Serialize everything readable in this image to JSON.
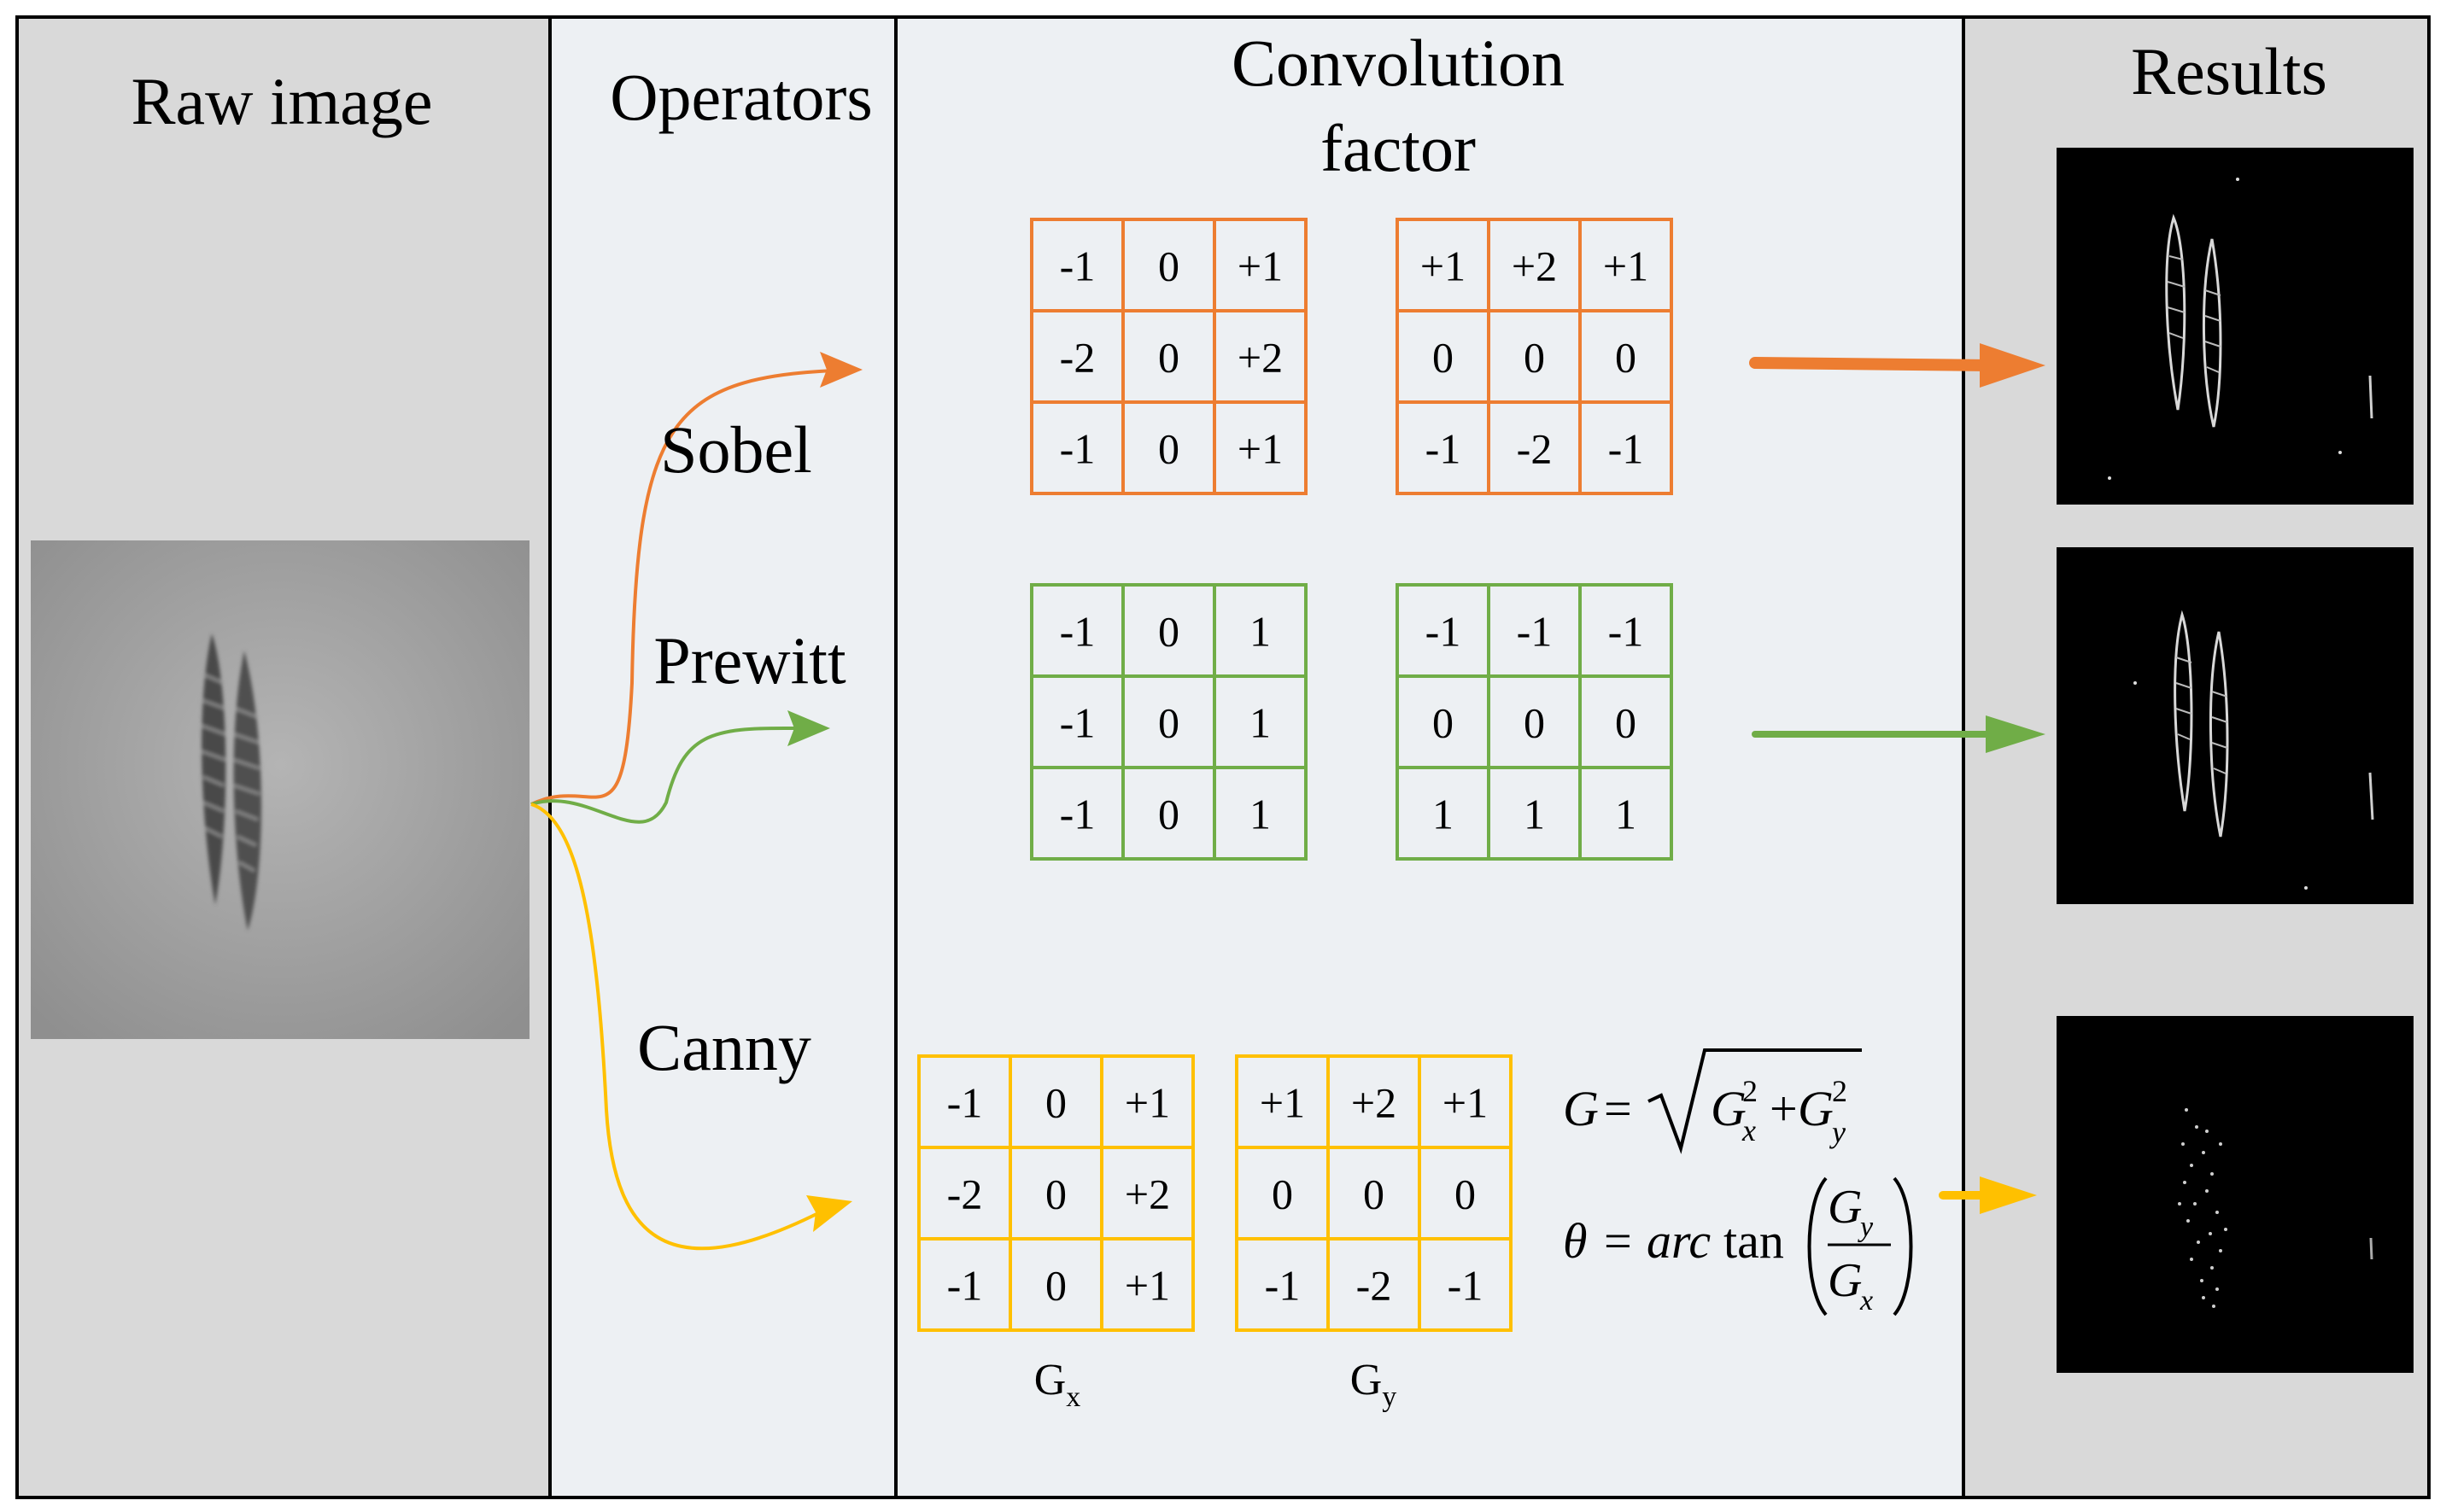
{
  "panels": {
    "raw_title": "Raw image",
    "operators_title": "Operators",
    "convolution_title_line1": "Convolution",
    "convolution_title_line2": "factor",
    "results_title": "Results"
  },
  "operators": [
    {
      "label": "Sobel",
      "color": "#ED7D31"
    },
    {
      "label": "Prewitt",
      "color": "#70AD47"
    },
    {
      "label": "Canny",
      "color": "#FFC000"
    }
  ],
  "kernels": {
    "sobel_x": [
      [
        "-1",
        "0",
        "+1"
      ],
      [
        "-2",
        "0",
        "+2"
      ],
      [
        "-1",
        "0",
        "+1"
      ]
    ],
    "sobel_y": [
      [
        "+1",
        "+2",
        "+1"
      ],
      [
        "0",
        "0",
        "0"
      ],
      [
        "-1",
        "-2",
        "-1"
      ]
    ],
    "prewitt_x": [
      [
        "-1",
        "0",
        "1"
      ],
      [
        "-1",
        "0",
        "1"
      ],
      [
        "-1",
        "0",
        "1"
      ]
    ],
    "prewitt_y": [
      [
        "-1",
        "-1",
        "-1"
      ],
      [
        "0",
        "0",
        "0"
      ],
      [
        "1",
        "1",
        "1"
      ]
    ],
    "canny_x": [
      [
        "-1",
        "0",
        "+1"
      ],
      [
        "-2",
        "0",
        "+2"
      ],
      [
        "-1",
        "0",
        "+1"
      ]
    ],
    "canny_y": [
      [
        "+1",
        "+2",
        "+1"
      ],
      [
        "0",
        "0",
        "0"
      ],
      [
        "-1",
        "-2",
        "-1"
      ]
    ]
  },
  "canny_labels": {
    "gx_base": "G",
    "gx_sub": "x",
    "gy_base": "G",
    "gy_sub": "y"
  },
  "formulas": {
    "magnitude": {
      "lhs": "G",
      "eq": "=",
      "term1": "G",
      "term1_sup": "2",
      "term1_sub": "x",
      "plus": "+",
      "term2": "G",
      "term2_sup": "2",
      "term2_sub": "y"
    },
    "direction": {
      "lhs": "θ",
      "eq": "=",
      "func_italic": "arc",
      "func": "tan",
      "num": "G",
      "num_sub": "y",
      "den": "G",
      "den_sub": "x"
    }
  },
  "colors": {
    "panel_gray": "#D9D9D9",
    "panel_light": "#EDF0F3",
    "border": "#000000"
  }
}
